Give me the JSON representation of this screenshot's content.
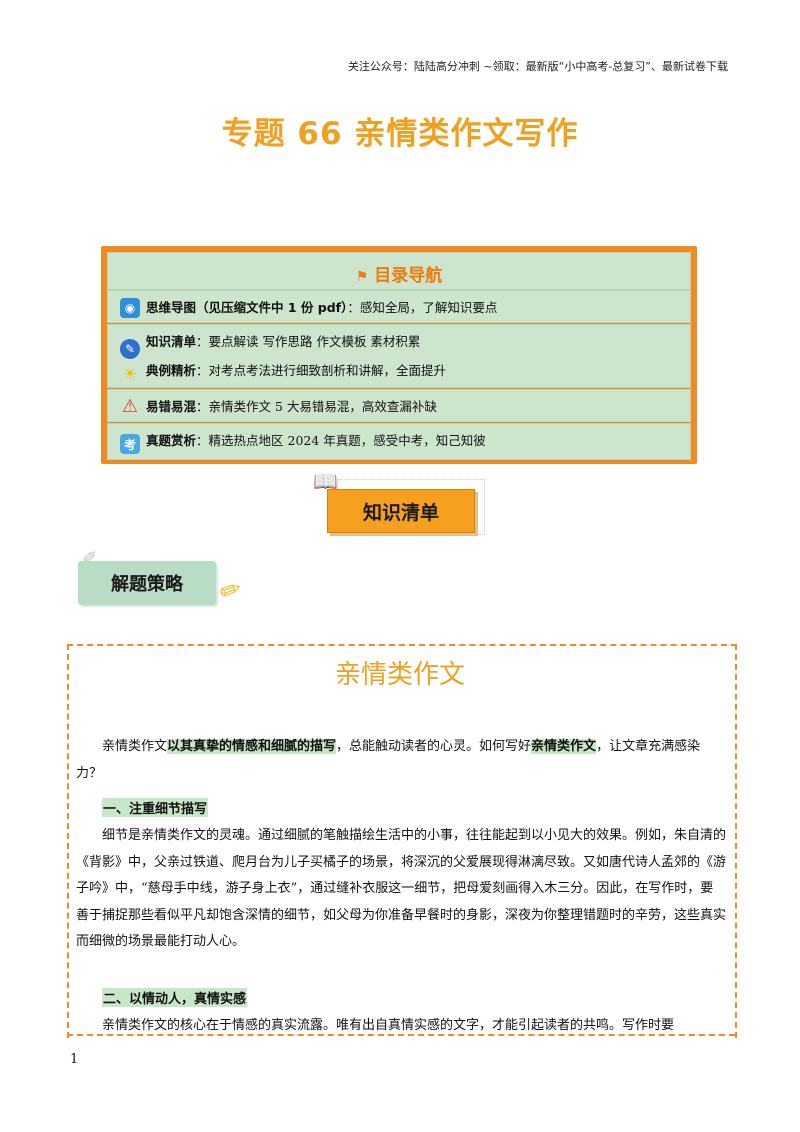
{
  "header_note": "关注公众号：陆陆高分冲刺 ~领取：最新版“小中高考-总复习”、最新试卷下载",
  "title": "专题 66  亲情类作文写作",
  "toc": {
    "heading": "目录导航",
    "rows": [
      {
        "label": "思维导图（见压缩文件中 1 份 pdf）",
        "desc": "：感知全局，了解知识要点"
      },
      {
        "label": "知识清单",
        "desc": "：要点解读  写作思路  作文模板  素材积累"
      },
      {
        "label": "典例精析",
        "desc": "：对考点考法进行细致剖析和讲解，全面提升"
      },
      {
        "label": "易错易混",
        "desc": "：亲情类作文 5 大易错易混，高效查漏补缺"
      },
      {
        "label": "真题赏析",
        "desc": "：精选热点地区 2024 年真题，感受中考，知己知彼"
      }
    ],
    "exam_icon_char": "考"
  },
  "knowledge_banner": "知识清单",
  "strategy_tag": "解题策略",
  "content": {
    "title": "亲情类作文",
    "intro": {
      "p1": "亲情类作文",
      "h1": "以其真挚的情感和细腻的描写",
      "p2": "，总能触动读者的心灵。如何写好",
      "h2": "亲情类作文",
      "p3": "，让文章充满感染力？"
    },
    "section1_heading": "一、注重细节描写",
    "section1_text": "细节是亲情类作文的灵魂。通过细腻的笔触描绘生活中的小事，往往能起到以小见大的效果。例如，朱自清的《背影》中，父亲过铁道、爬月台为儿子买橘子的场景，将深沉的父爱展现得淋漓尽致。又如唐代诗人孟郊的《游子吟》中，“慈母手中线，游子身上衣”，通过缝补衣服这一细节，把母爱刻画得入木三分。因此，在写作时，要善于捕捉那些看似平凡却饱含深情的细节，如父母为你准备早餐时的身影，深夜为你整理错题时的辛劳，这些真实而细微的场景最能打动人心。",
    "section2_heading": "二、以情动人，真情实感",
    "section2_text": "亲情类作文的核心在于情感的真实流露。唯有出自真情实感的文字，才能引起读者的共鸣。写作时要"
  },
  "page_number": "1",
  "colors": {
    "accent_orange": "#f08a22",
    "title_gold": "#f0a020",
    "green_fill": "#cde5cd"
  }
}
